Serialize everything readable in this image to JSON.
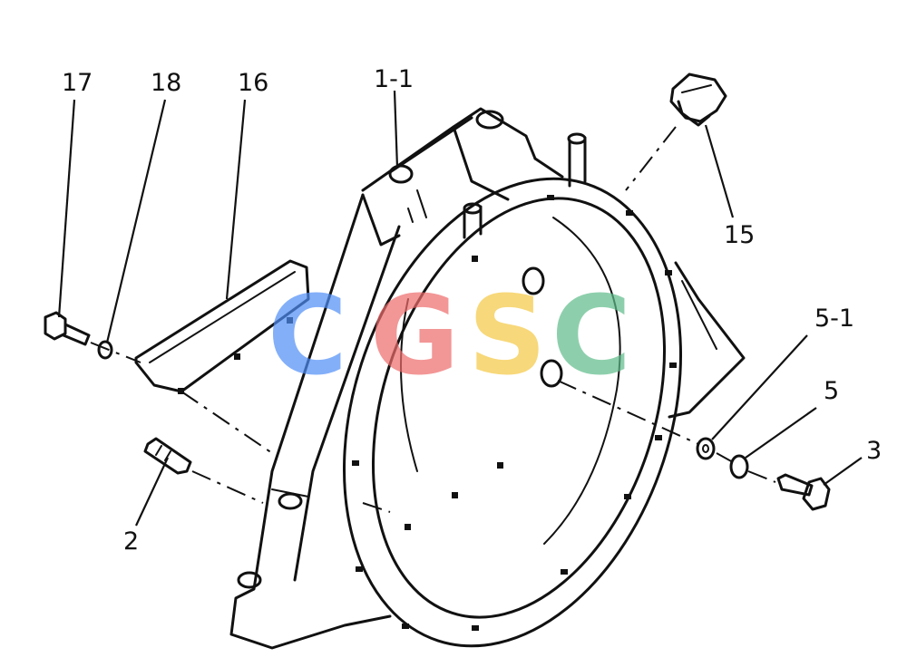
{
  "labels": {
    "l17": "17",
    "l18": "18",
    "l16": "16",
    "l1_1": "1-1",
    "l15": "15",
    "l5_1": "5-1",
    "l5": "5",
    "l3": "3",
    "l2": "2"
  },
  "watermark": {
    "letters": [
      "C",
      "G",
      "S",
      "C"
    ],
    "colors": [
      "#4f8ef7",
      "#ef6b6b",
      "#f5c842",
      "#5dbb8a"
    ]
  }
}
